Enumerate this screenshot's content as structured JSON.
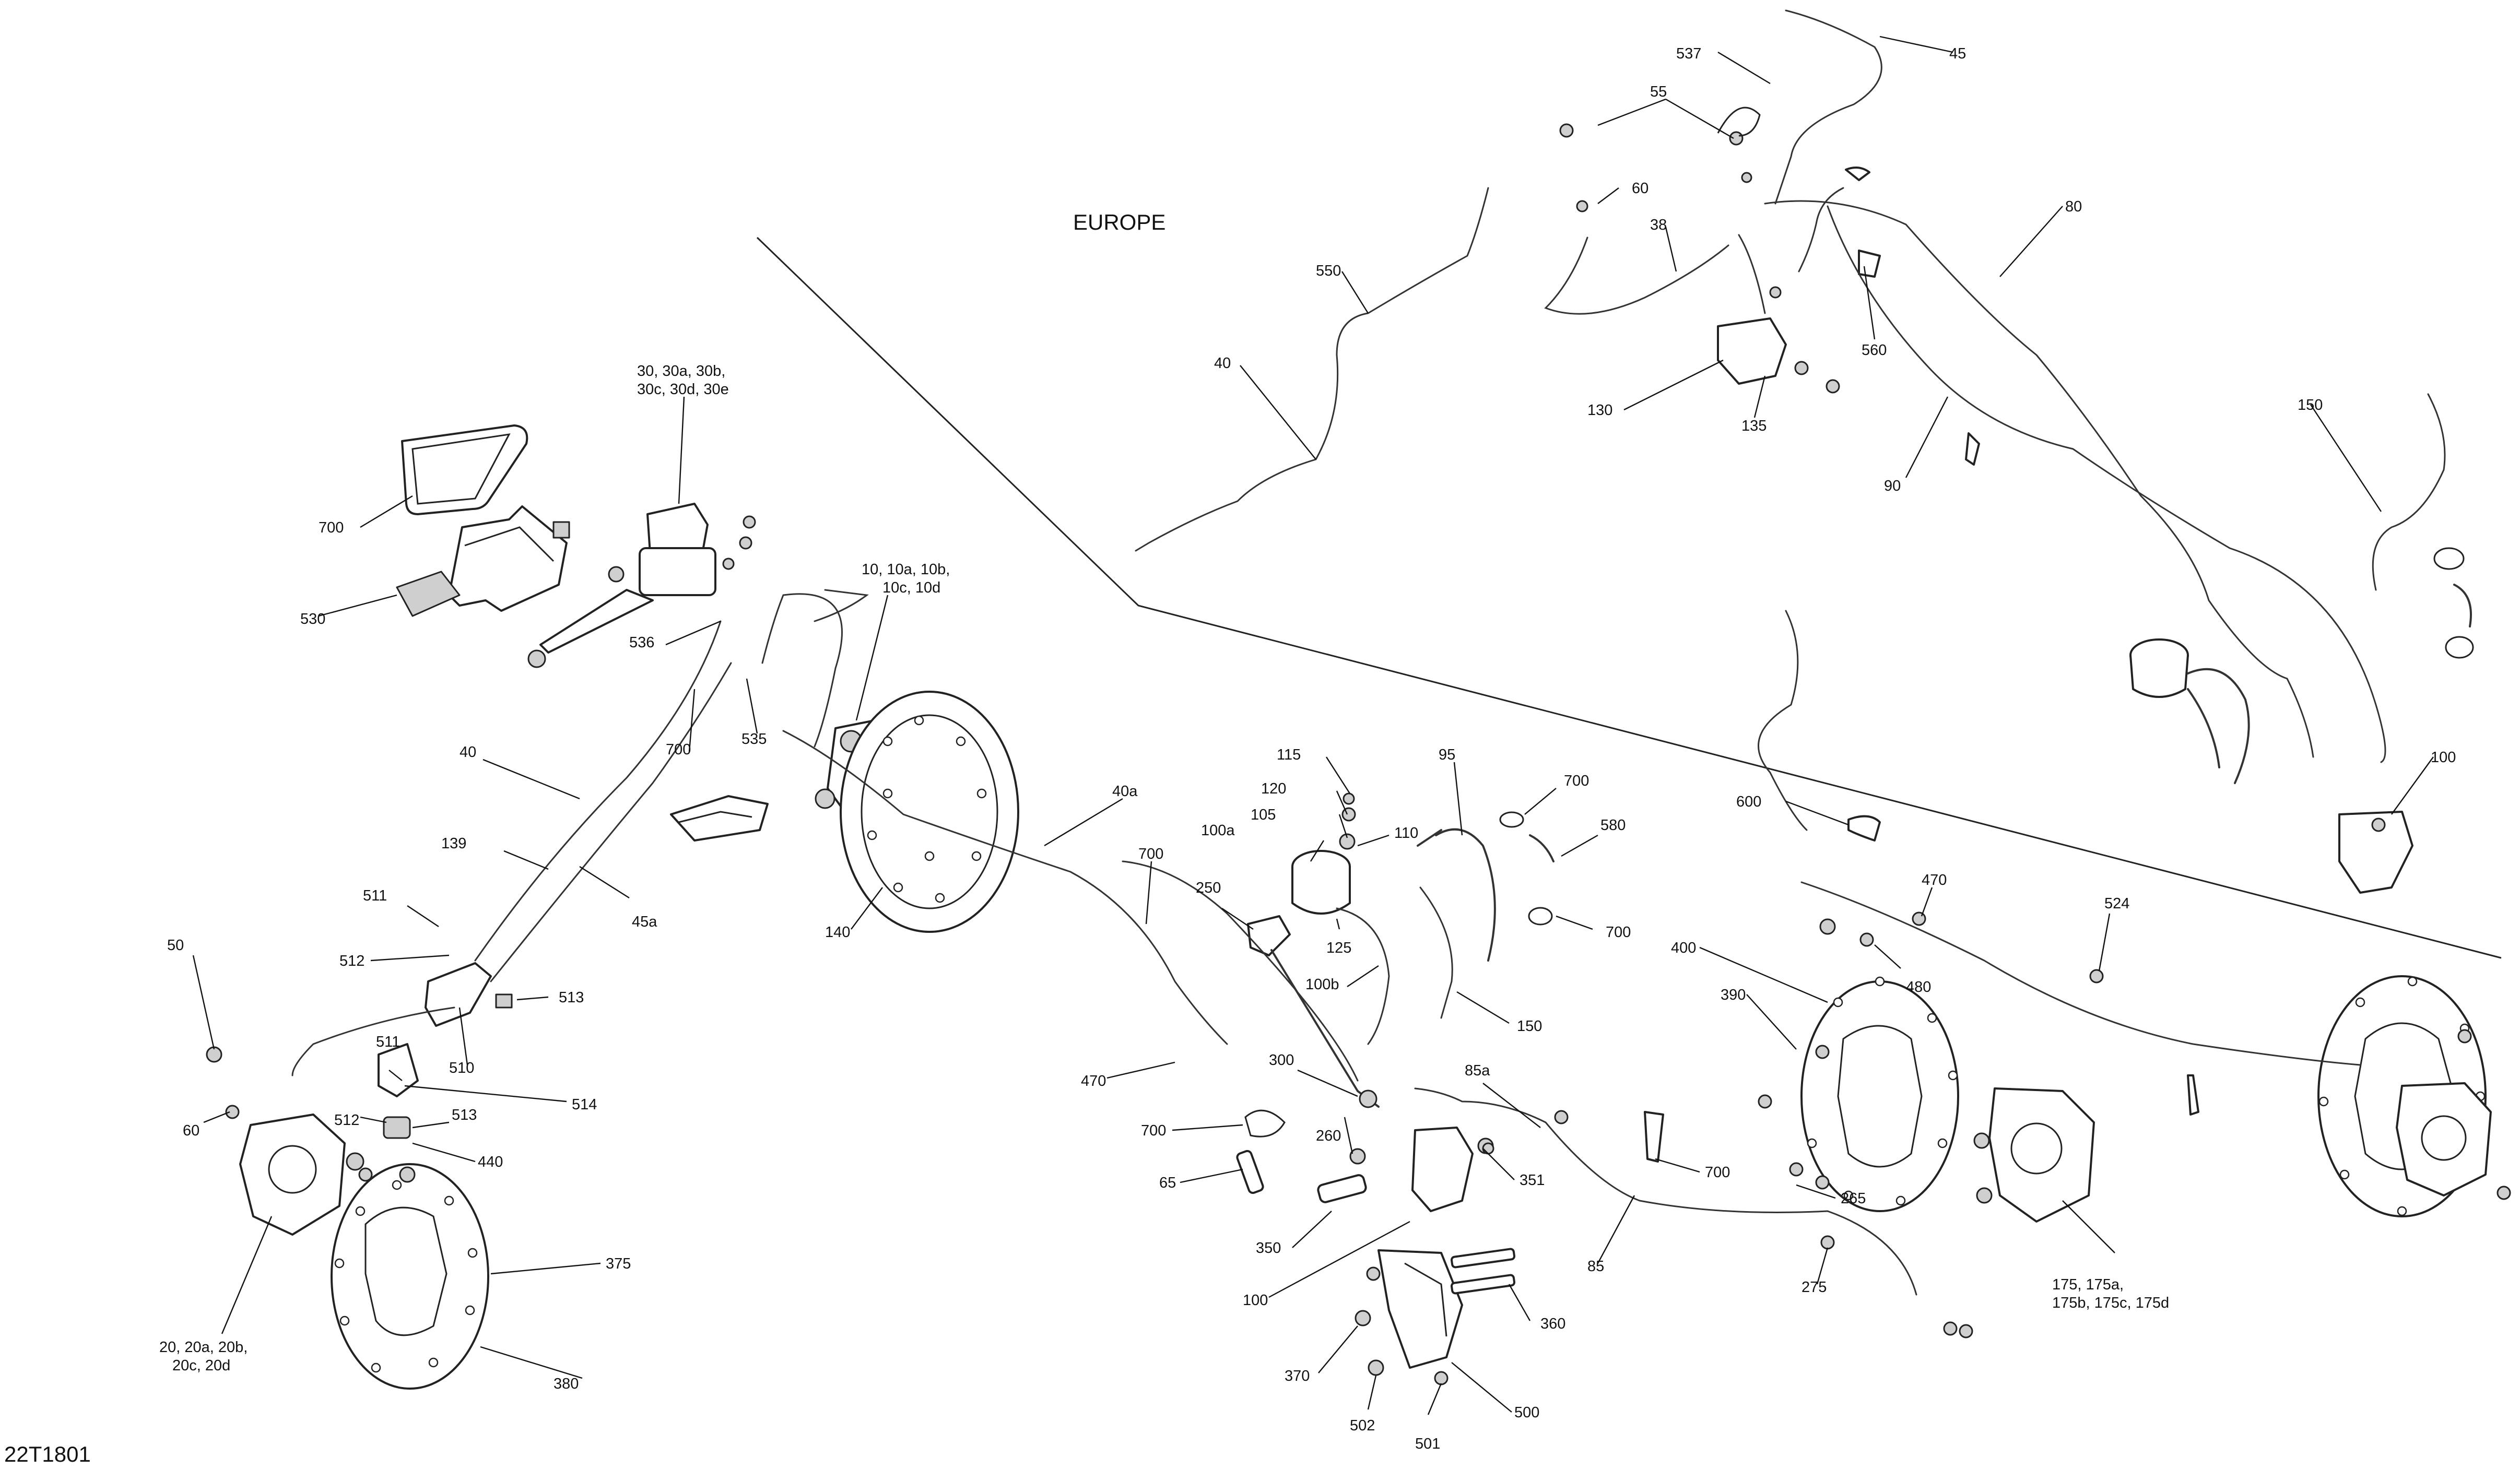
{
  "diagram_code": "22T1801",
  "region_label": "EUROPE",
  "callouts": [
    "45",
    "537",
    "55",
    "60",
    "38",
    "550",
    "40",
    "130",
    "135",
    "560",
    "80",
    "90",
    "150",
    "100",
    "30, 30a, 30b,",
    "30c, 30d, 30e",
    "700",
    "530",
    "536",
    "10, 10a, 10b,",
    "10c, 10d",
    "40",
    "700",
    "535",
    "139",
    "45a",
    "511",
    "512",
    "513",
    "510",
    "50",
    "60",
    "511",
    "512",
    "513",
    "514",
    "440",
    "20, 20a, 20b,",
    "20c, 20d",
    "375",
    "380",
    "140",
    "40a",
    "700",
    "115",
    "120",
    "105",
    "110",
    "100a",
    "125",
    "95",
    "700",
    "580",
    "700",
    "250",
    "100b",
    "150",
    "470",
    "300",
    "260",
    "85a",
    "700",
    "65",
    "350",
    "100",
    "351",
    "700",
    "85",
    "265",
    "275",
    "370",
    "502",
    "501",
    "500",
    "360",
    "600",
    "470",
    "524",
    "400",
    "480",
    "390",
    "175, 175a,",
    "175b, 175c, 175d"
  ]
}
